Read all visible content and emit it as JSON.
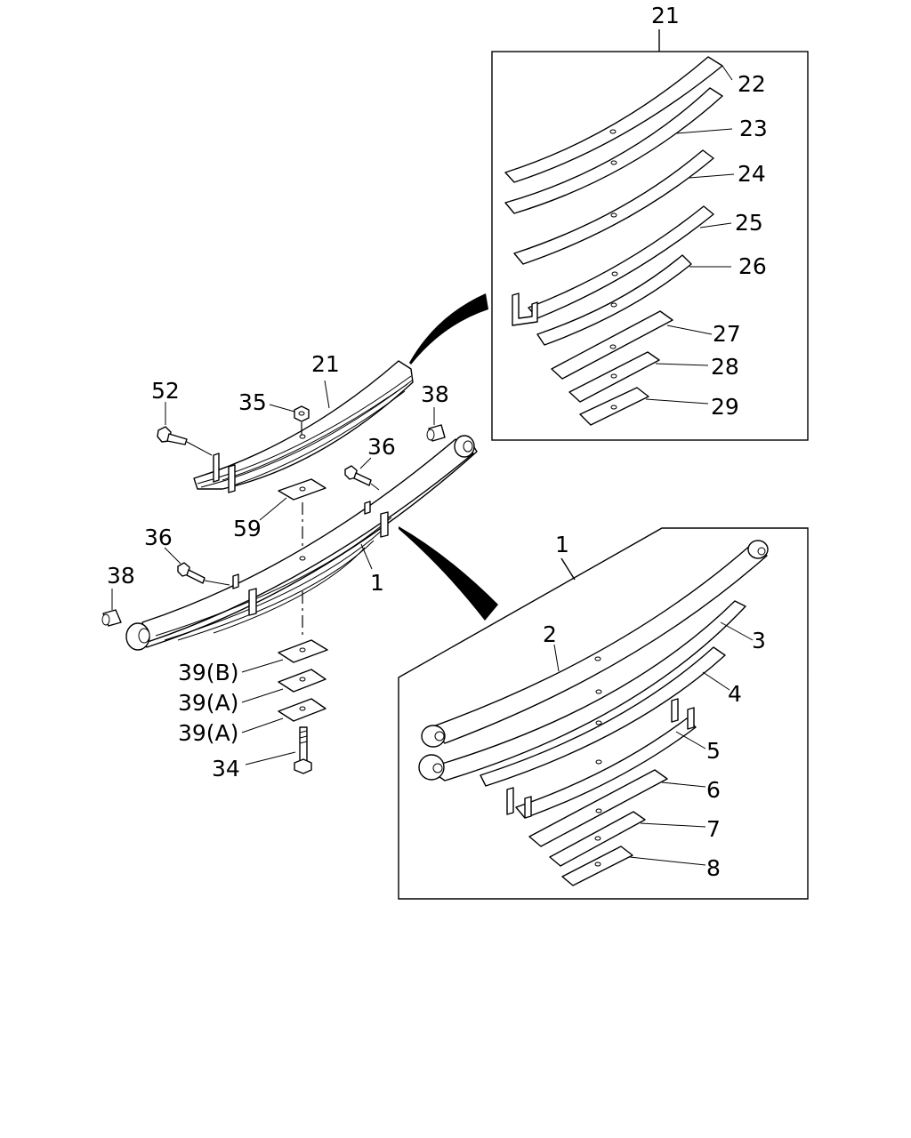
{
  "callouts": {
    "c21_top": "21",
    "c22": "22",
    "c23": "23",
    "c24": "24",
    "c25": "25",
    "c26": "26",
    "c27": "27",
    "c28": "28",
    "c29": "29",
    "c21_main": "21",
    "c52": "52",
    "c35": "35",
    "c38_right": "38",
    "c36_upper": "36",
    "c59": "59",
    "c36_lower": "36",
    "c38_left": "38",
    "c1_main": "1",
    "c39b": "39(B)",
    "c39a_1": "39(A)",
    "c39a_2": "39(A)",
    "c34": "34",
    "c1_box": "1",
    "c2": "2",
    "c3": "3",
    "c4": "4",
    "c5": "5",
    "c6": "6",
    "c7": "7",
    "c8": "8"
  }
}
